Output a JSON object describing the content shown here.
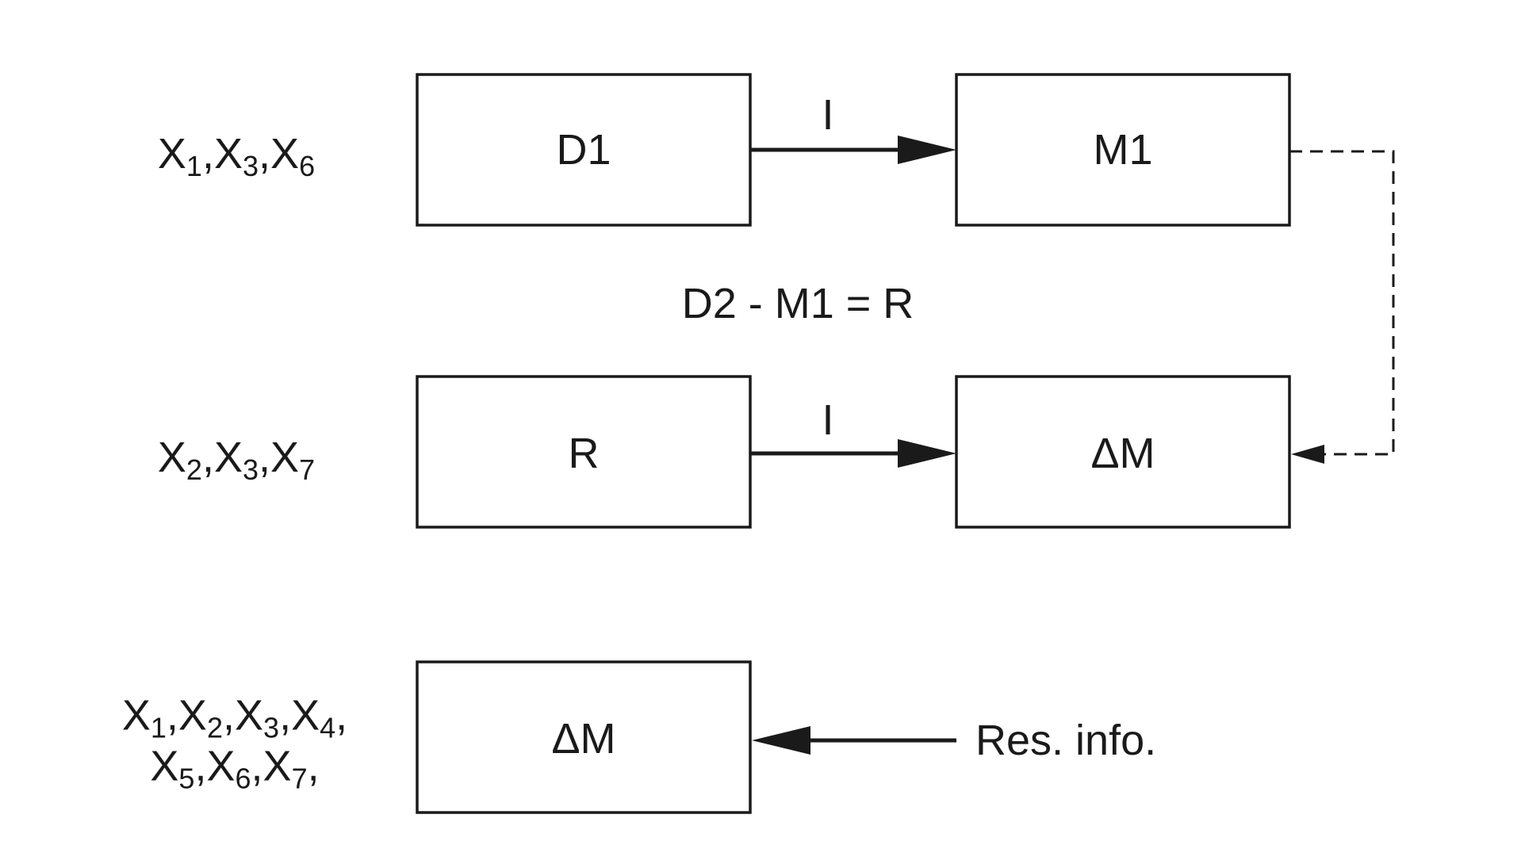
{
  "rows": [
    {
      "vars_lines": [
        [
          [
            "X",
            "1"
          ],
          [
            "X",
            "3"
          ],
          [
            "X",
            "6"
          ]
        ]
      ],
      "trailing_comma": false
    },
    {
      "vars_lines": [
        [
          [
            "X",
            "2"
          ],
          [
            "X",
            "3"
          ],
          [
            "X",
            "7"
          ]
        ]
      ],
      "trailing_comma": false
    },
    {
      "vars_lines": [
        [
          [
            "X",
            "1"
          ],
          [
            "X",
            "2"
          ],
          [
            "X",
            "3"
          ],
          [
            "X",
            "4"
          ]
        ],
        [
          [
            "X",
            "5"
          ],
          [
            "X",
            "6"
          ],
          [
            "X",
            "7"
          ]
        ]
      ],
      "trailing_comma": true
    }
  ],
  "boxes": {
    "d1": "D1",
    "m1": "M1",
    "r": "R",
    "delta_m_top": "ΔM",
    "delta_m_bottom": "ΔM"
  },
  "arrow_labels": {
    "top": "I",
    "middle": "I"
  },
  "equation": "D2 - M1 = R",
  "input_label": "Res. info."
}
